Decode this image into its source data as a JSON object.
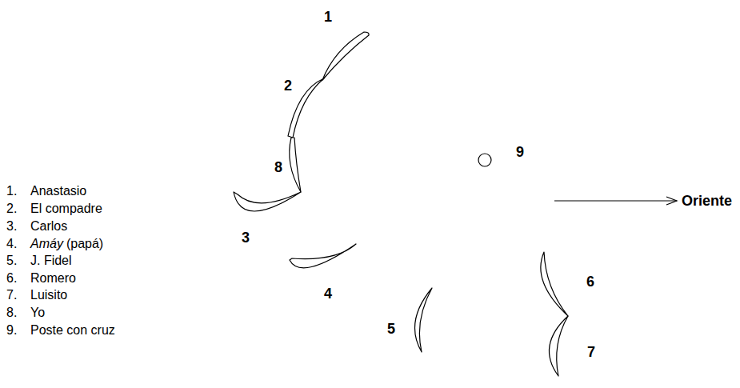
{
  "diagram": {
    "labels": [
      "1",
      "2",
      "8",
      "3",
      "4",
      "5",
      "9",
      "6",
      "7",
      "1.",
      "Anastasio",
      "2.",
      "El compadre",
      "3.",
      "Carlos",
      "4.",
      "Amáy",
      "(papá)",
      "5.",
      "J. Fidel",
      "6.",
      "Romero",
      "7.",
      "Luisito",
      "8.",
      "Yo",
      "9.",
      "Poste con cruz",
      "Oriente"
    ]
  }
}
